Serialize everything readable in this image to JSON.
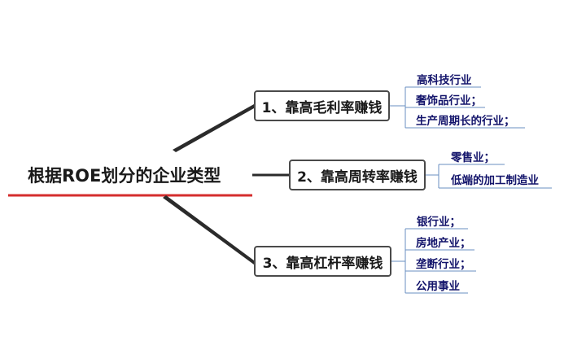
{
  "root": {
    "title": "根据ROE划分的企业类型"
  },
  "branches": [
    {
      "label": "1、靠高毛利率赚钱",
      "leaves": [
        "高科技行业",
        "奢饰品行业；",
        "生产周期长的行业；"
      ]
    },
    {
      "label": "2、靠高周转率赚钱",
      "leaves": [
        "零售业；",
        "低端的加工制造业"
      ]
    },
    {
      "label": "3、靠高杠杆率赚钱",
      "leaves": [
        "银行业；",
        "房地产业；",
        "垄断行业；",
        "公用事业"
      ]
    }
  ],
  "colors": {
    "underline": "#d42d2d",
    "leaf_text": "#13146b",
    "line": "#2b2b2b",
    "leaf_line": "#6a8fc0"
  }
}
